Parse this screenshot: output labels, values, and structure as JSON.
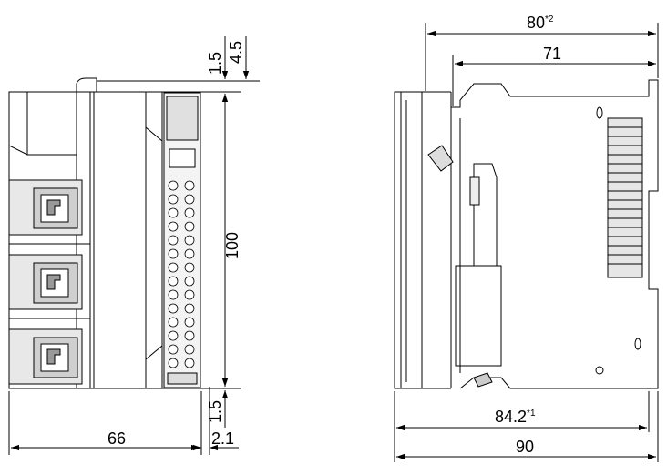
{
  "front_view": {
    "width_label": "66",
    "depth_label": "2.1",
    "height_label": "100",
    "top_offset_a": "1.5",
    "top_offset_b": "4.5",
    "bottom_offset": "1.5"
  },
  "side_view": {
    "top_overall_label": "80",
    "top_overall_note": "*2",
    "top_inner_label": "71",
    "bottom_inner_label": "84.2",
    "bottom_inner_note": "*1",
    "bottom_overall_label": "90"
  }
}
